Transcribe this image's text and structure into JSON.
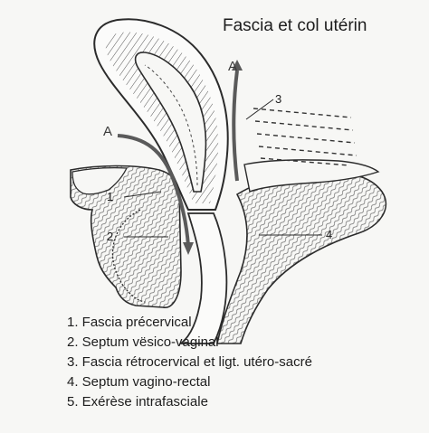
{
  "title": "Fascia et col utérin",
  "arrows": {
    "a1": "A",
    "a2": "A"
  },
  "callouts": {
    "c1": "1",
    "c2": "2",
    "c3": "3",
    "c4": "4"
  },
  "legend": [
    "1. Fascia précervical",
    "2. Septum vësico-vaginal",
    "3. Fascia rétrocervical et ligt. utéro-sacré",
    "4. Septum vagino-rectal",
    "5. Exérèse intrafasciale"
  ],
  "colors": {
    "ink": "#2b2b2b",
    "paper": "#f7f7f5",
    "arrow": "#5a5a5a"
  }
}
